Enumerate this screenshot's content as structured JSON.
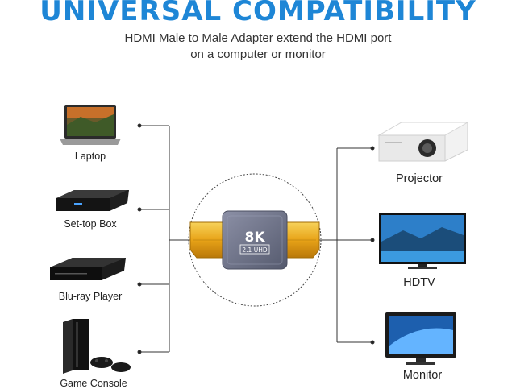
{
  "header": {
    "title": "UNIVERSAL COMPATIBILITY",
    "subtitle_line1": "HDMI Male to Male Adapter extend the HDMI port",
    "subtitle_line2": "on a computer or monitor"
  },
  "adapter": {
    "badge_main": "8K",
    "badge_sub": "2.1 UHD"
  },
  "devices_left": [
    {
      "label": "Laptop",
      "icon": "laptop-icon"
    },
    {
      "label": "Set-top Box",
      "icon": "set-top-box-icon"
    },
    {
      "label": "Blu-ray Player",
      "icon": "blu-ray-player-icon"
    },
    {
      "label": "Game Console",
      "icon": "game-console-icon"
    }
  ],
  "devices_right": [
    {
      "label": "Projector",
      "icon": "projector-icon"
    },
    {
      "label": "HDTV",
      "icon": "hdtv-icon"
    },
    {
      "label": "Monitor",
      "icon": "monitor-icon"
    }
  ],
  "colors": {
    "title": "#1e86d6",
    "connector_gold": "#e8a317",
    "adapter_body": "#6f7388",
    "lines": "#333333"
  }
}
